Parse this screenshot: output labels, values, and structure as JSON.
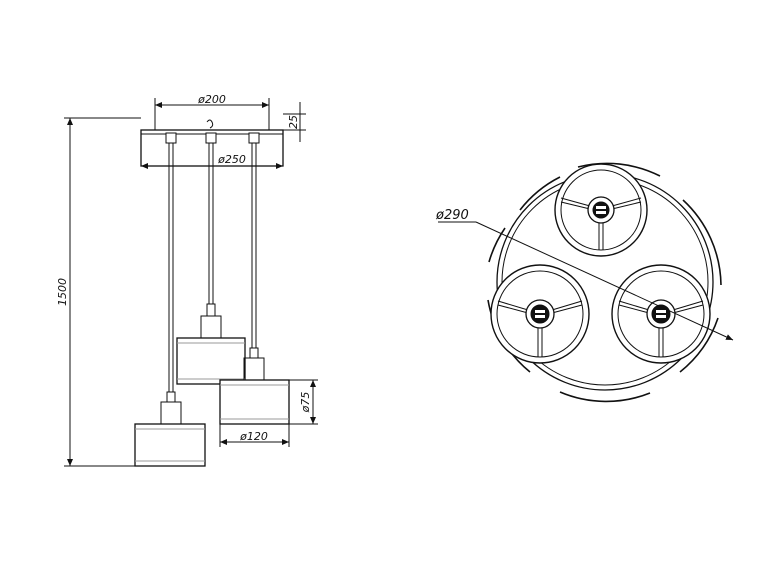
{
  "drawing": {
    "ink_color": "#111111",
    "background": "#ffffff",
    "side_view": {
      "dim_canopy_top": "ø200",
      "dim_canopy_height": "25",
      "dim_canopy_diameter": "ø250",
      "dim_total_height": "1500",
      "dim_shade_height": "ø75",
      "dim_shade_diameter": "ø120"
    },
    "top_view": {
      "dim_overall_diameter": "ø290"
    }
  }
}
